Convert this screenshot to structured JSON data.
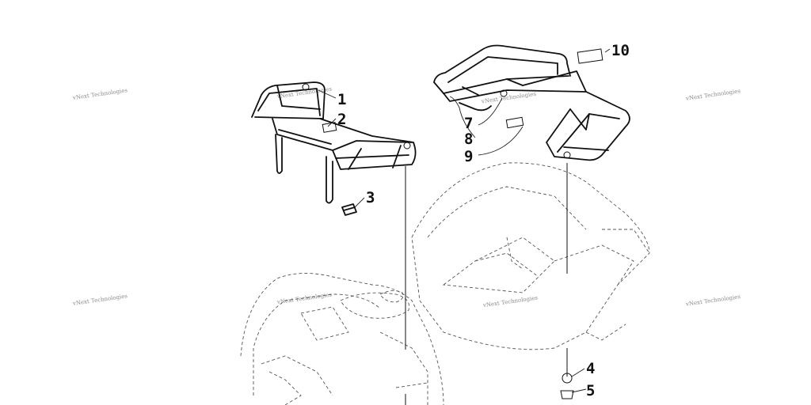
{
  "callouts": [
    {
      "id": "1",
      "label": "1"
    },
    {
      "id": "2",
      "label": "2"
    },
    {
      "id": "3",
      "label": "3"
    },
    {
      "id": "4",
      "label": "4"
    },
    {
      "id": "5",
      "label": "5"
    },
    {
      "id": "7",
      "label": "7"
    },
    {
      "id": "8",
      "label": "8"
    },
    {
      "id": "9",
      "label": "9"
    },
    {
      "id": "10",
      "label": "10"
    }
  ],
  "watermark": "vNext Technologies"
}
